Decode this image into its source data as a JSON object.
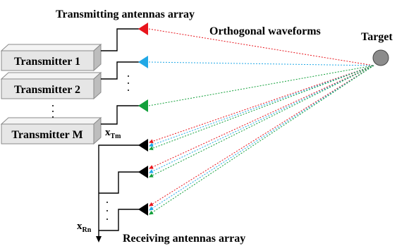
{
  "title_tx_array": "Transmitting antennas array",
  "title_waveforms": "Orthogonal waveforms",
  "title_target": "Target",
  "title_rx_array": "Receiving antennas array",
  "transmitters": [
    {
      "label": "Transmitter 1",
      "color": "#e8141c"
    },
    {
      "label": "Transmitter 2",
      "color": "#21a8e6"
    },
    {
      "label": "Transmitter M",
      "color": "#12a03a"
    }
  ],
  "label_xtm_main": "x",
  "label_xtm_sub": "Tm",
  "label_xrn_main": "x",
  "label_xrn_sub": "Rn",
  "receiver_count": 3,
  "colors": {
    "box_face": "#e6e6e6",
    "box_edge": "#8a8a8a",
    "target_fill": "#8c8c8c",
    "rx_antenna": "#000000",
    "line": "#000000"
  }
}
